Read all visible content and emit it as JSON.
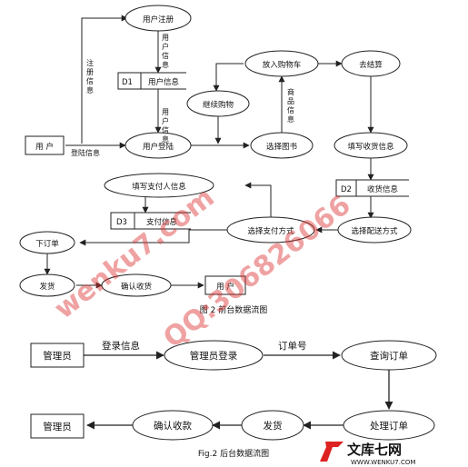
{
  "diagram1": {
    "nodes": {
      "user_register": "用户注册",
      "user_login": "用户登陆",
      "add_cart": "放入购物车",
      "continue_shop": "继续购物",
      "select_book": "选择图书",
      "checkout": "去结算",
      "fill_info": "填写收货信息",
      "select_delivery": "选择配送方式",
      "select_payment": "选择支付方式",
      "fill_payer": "填写支付人信息",
      "place_order": "下订单",
      "ship": "发货",
      "confirm_receipt": "确认收货",
      "user_left": "用 户",
      "user_right": "用 户"
    },
    "stores": {
      "d1_id": "D1",
      "d1_name": "用户信息",
      "d3_id": "D3",
      "d3_name": "支付信息",
      "d2_id": "D2",
      "d2_name": "收货信息"
    },
    "edge_labels": {
      "reg_info": "注册信息",
      "user_info_top": "用户信息",
      "user_info_bottom": "用户信息",
      "login_info": "登陆信息",
      "goods_info": "商品信息"
    },
    "caption": "图 2 前台数据流图"
  },
  "diagram2": {
    "nodes": {
      "admin_left": "管理员",
      "admin_login": "管理员登录",
      "query_order": "查询订单",
      "process_order": "处理订单",
      "ship": "发货",
      "confirm_payment": "确认收款",
      "admin_bottom": "管理员"
    },
    "edge_labels": {
      "login_info": "登录信息",
      "order_no": "订单号"
    },
    "caption": "Fig.2 后台数据流图"
  },
  "watermark": {
    "site": "wenku7.com",
    "qq": "QQ:306826066"
  },
  "logo": {
    "name": "文库七网",
    "url": "WWW.WENKU7.COM"
  }
}
